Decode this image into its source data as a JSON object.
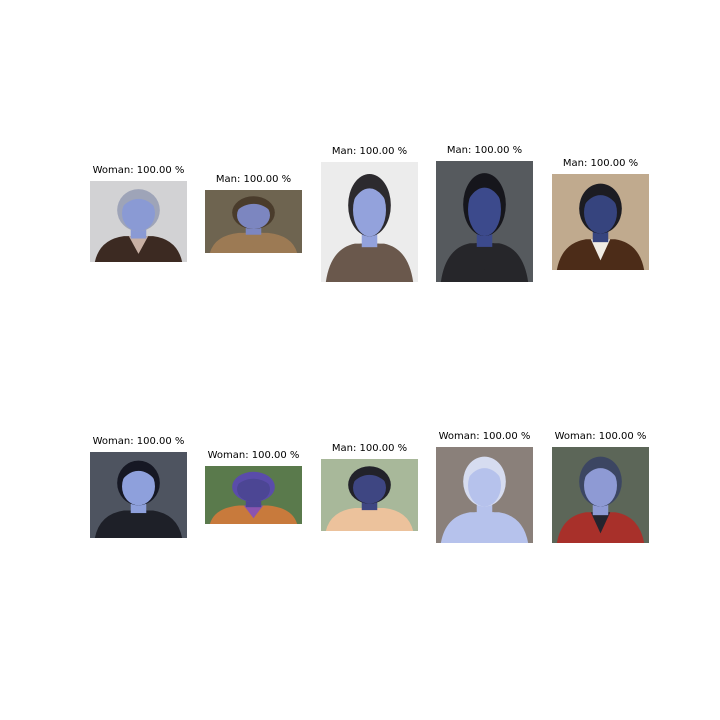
{
  "chart_data": {
    "type": "image_grid",
    "rows": 2,
    "cols": 5,
    "panels": [
      {
        "title": "Woman: 100.00 %",
        "bg": "#d2d2d4",
        "skin": "#8a9ad4",
        "hair": "#9ea4b8",
        "cloth": "#3c2a22",
        "shirt": "#c8b0a4"
      },
      {
        "title": "Man: 100.00 %",
        "bg": "#6e6450",
        "skin": "#7c86c0",
        "hair": "#4a3c2c",
        "cloth": "#9c7a54",
        "shirt": "#9c7a54"
      },
      {
        "title": "Man: 100.00 %",
        "bg": "#ececec",
        "skin": "#93a2dc",
        "hair": "#2c2a2e",
        "cloth": "#6a584c",
        "shirt": "#6a584c"
      },
      {
        "title": "Man: 100.00 %",
        "bg": "#565a5e",
        "skin": "#3c4a8c",
        "hair": "#16161c",
        "cloth": "#26262a",
        "shirt": "#26262a"
      },
      {
        "title": "Man: 100.00 %",
        "bg": "#c0aa8e",
        "skin": "#36447e",
        "hair": "#1c1c22",
        "cloth": "#4c2c18",
        "shirt": "#f0ece4"
      },
      {
        "title": "Woman: 100.00 %",
        "bg": "#4e5460",
        "skin": "#8ea0dc",
        "hair": "#161824",
        "cloth": "#1e2028",
        "shirt": "#1e2028"
      },
      {
        "title": "Woman: 100.00 %",
        "bg": "#5a7a4c",
        "skin": "#4c4694",
        "hair": "#5a4caa",
        "cloth": "#c87a3c",
        "shirt": "#8a54b0"
      },
      {
        "title": "Man: 100.00 %",
        "bg": "#a8b89a",
        "skin": "#3e4682",
        "hair": "#22222a",
        "cloth": "#ecc29c",
        "shirt": "#ecc29c"
      },
      {
        "title": "Woman: 100.00 %",
        "bg": "#8a807a",
        "skin": "#b6c2ec",
        "hair": "#d6dcf0",
        "cloth": "#b6c2ec",
        "shirt": "#b6c2ec"
      },
      {
        "title": "Woman: 100.00 %",
        "bg": "#5c6658",
        "skin": "#8e9ad4",
        "hair": "#3c4662",
        "cloth": "#a8302a",
        "shirt": "#24242e"
      }
    ]
  }
}
